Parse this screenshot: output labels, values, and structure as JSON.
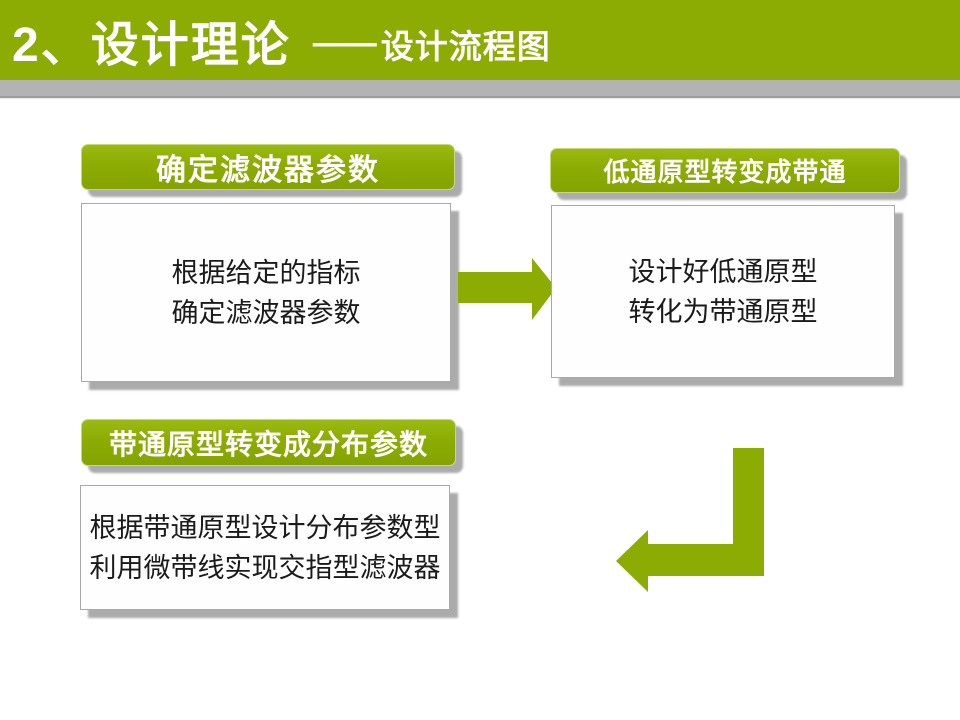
{
  "title": {
    "main": "2、设计理论",
    "dash": "——",
    "sub": "设计流程图"
  },
  "flow": {
    "steps": [
      {
        "header": "确定滤波器参数",
        "lines": [
          "根据给定的指标",
          "确定滤波器参数"
        ]
      },
      {
        "header": "低通原型转变成带通",
        "lines": [
          "设计好低通原型",
          "转化为带通原型"
        ]
      },
      {
        "header": "带通原型转变成分布参数",
        "lines": [
          "根据带通原型设计分布参数型",
          "利用微带线实现交指型滤波器"
        ]
      }
    ],
    "arrows": [
      {
        "name": "arrow-right",
        "direction": "right"
      },
      {
        "name": "arrow-bent-down-left",
        "direction": "down-then-left"
      }
    ]
  },
  "colors": {
    "accent_green": "#8CAC04",
    "divider_gray": "#B3B3B3",
    "shadow_gray": "#969696",
    "text_black": "#1A1A1A",
    "title_text": "#FFFFFF",
    "background": "#FFFFFF"
  }
}
